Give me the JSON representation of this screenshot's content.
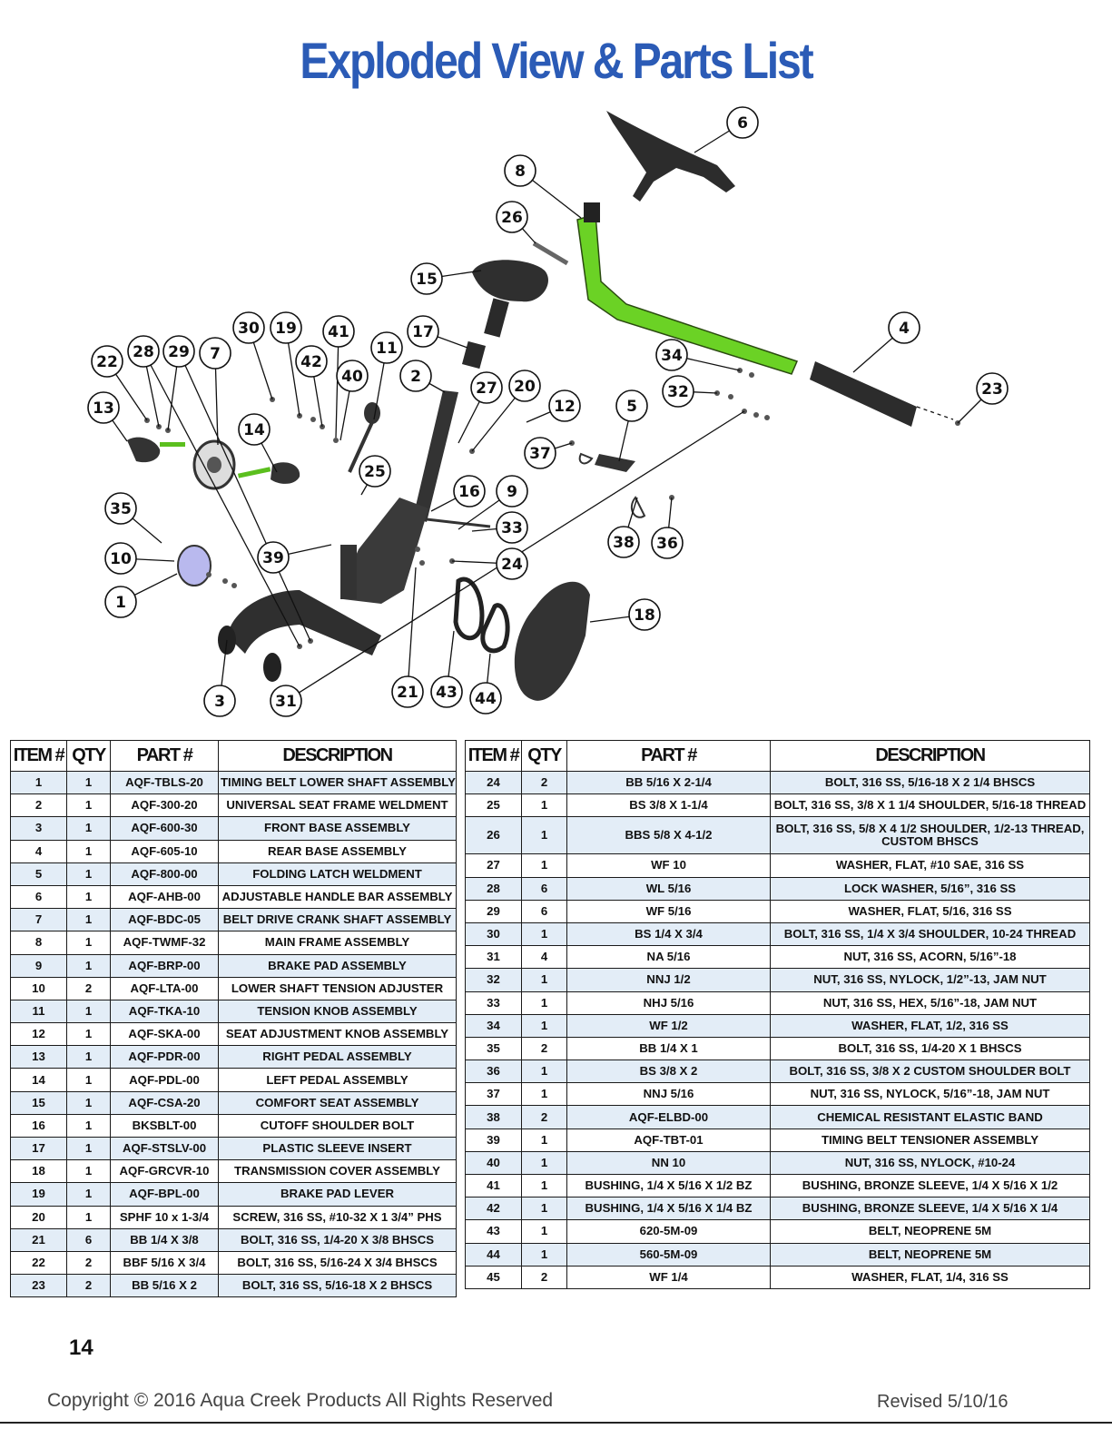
{
  "title": "Exploded View & Parts List",
  "colors": {
    "title": "#2b5bb6",
    "frame_highlight": "#6bd225",
    "row_alt": "#e3edf7"
  },
  "diagram": {
    "callout_labels": [
      "1",
      "2",
      "3",
      "4",
      "5",
      "6",
      "7",
      "8",
      "9",
      "10",
      "11",
      "12",
      "13",
      "14",
      "15",
      "16",
      "17",
      "18",
      "19",
      "20",
      "21",
      "22",
      "23",
      "24",
      "25",
      "26",
      "27",
      "28",
      "29",
      "30",
      "31",
      "32",
      "33",
      "34",
      "35",
      "36",
      "37",
      "38",
      "39",
      "40",
      "41",
      "42",
      "43",
      "44"
    ]
  },
  "table_headers": {
    "item": "ITEM #",
    "qty": "QTY",
    "part": "PART #",
    "description": "DESCRIPTION"
  },
  "parts_left": [
    {
      "item": "1",
      "qty": "1",
      "part": "AQF-TBLS-20",
      "desc": "TIMING BELT LOWER SHAFT ASSEMBLY"
    },
    {
      "item": "2",
      "qty": "1",
      "part": "AQF-300-20",
      "desc": "UNIVERSAL SEAT FRAME WELDMENT"
    },
    {
      "item": "3",
      "qty": "1",
      "part": "AQF-600-30",
      "desc": "FRONT BASE ASSEMBLY"
    },
    {
      "item": "4",
      "qty": "1",
      "part": "AQF-605-10",
      "desc": "REAR BASE ASSEMBLY"
    },
    {
      "item": "5",
      "qty": "1",
      "part": "AQF-800-00",
      "desc": "FOLDING LATCH WELDMENT"
    },
    {
      "item": "6",
      "qty": "1",
      "part": "AQF-AHB-00",
      "desc": "ADJUSTABLE HANDLE BAR ASSEMBLY"
    },
    {
      "item": "7",
      "qty": "1",
      "part": "AQF-BDC-05",
      "desc": "BELT DRIVE CRANK SHAFT ASSEMBLY"
    },
    {
      "item": "8",
      "qty": "1",
      "part": "AQF-TWMF-32",
      "desc": "MAIN FRAME ASSEMBLY"
    },
    {
      "item": "9",
      "qty": "1",
      "part": "AQF-BRP-00",
      "desc": "BRAKE PAD ASSEMBLY"
    },
    {
      "item": "10",
      "qty": "2",
      "part": "AQF-LTA-00",
      "desc": "LOWER SHAFT TENSION ADJUSTER"
    },
    {
      "item": "11",
      "qty": "1",
      "part": "AQF-TKA-10",
      "desc": "TENSION KNOB ASSEMBLY"
    },
    {
      "item": "12",
      "qty": "1",
      "part": "AQF-SKA-00",
      "desc": "SEAT ADJUSTMENT KNOB ASSEMBLY"
    },
    {
      "item": "13",
      "qty": "1",
      "part": "AQF-PDR-00",
      "desc": "RIGHT PEDAL ASSEMBLY"
    },
    {
      "item": "14",
      "qty": "1",
      "part": "AQF-PDL-00",
      "desc": "LEFT PEDAL ASSEMBLY"
    },
    {
      "item": "15",
      "qty": "1",
      "part": "AQF-CSA-20",
      "desc": "COMFORT SEAT ASSEMBLY"
    },
    {
      "item": "16",
      "qty": "1",
      "part": "BKSBLT-00",
      "desc": "CUTOFF SHOULDER BOLT"
    },
    {
      "item": "17",
      "qty": "1",
      "part": "AQF-STSLV-00",
      "desc": "PLASTIC SLEEVE INSERT"
    },
    {
      "item": "18",
      "qty": "1",
      "part": "AQF-GRCVR-10",
      "desc": "TRANSMISSION COVER ASSEMBLY"
    },
    {
      "item": "19",
      "qty": "1",
      "part": "AQF-BPL-00",
      "desc": "BRAKE PAD LEVER"
    },
    {
      "item": "20",
      "qty": "1",
      "part": "SPHF 10 x 1-3/4",
      "desc": "SCREW, 316 SS, #10-32 X 1 3/4” PHS"
    },
    {
      "item": "21",
      "qty": "6",
      "part": "BB 1/4 X 3/8",
      "desc": "BOLT, 316 SS, 1/4-20 X 3/8 BHSCS"
    },
    {
      "item": "22",
      "qty": "2",
      "part": "BBF 5/16 X 3/4",
      "desc": "BOLT, 316 SS, 5/16-24 X 3/4 BHSCS"
    },
    {
      "item": "23",
      "qty": "2",
      "part": "BB 5/16 X 2",
      "desc": "BOLT, 316 SS, 5/16-18 X 2 BHSCS"
    }
  ],
  "parts_right": [
    {
      "item": "24",
      "qty": "2",
      "part": "BB 5/16 X 2-1/4",
      "desc": "BOLT, 316 SS, 5/16-18 X 2 1/4 BHSCS"
    },
    {
      "item": "25",
      "qty": "1",
      "part": "BS 3/8 X 1-1/4",
      "desc": "BOLT, 316 SS, 3/8 X 1 1/4 SHOULDER, 5/16-18 THREAD"
    },
    {
      "item": "26",
      "qty": "1",
      "part": "BBS 5/8 X 4-1/2",
      "desc": "BOLT, 316 SS, 5/8 X 4 1/2 SHOULDER, 1/2-13 THREAD, CUSTOM BHSCS",
      "tall": true
    },
    {
      "item": "27",
      "qty": "1",
      "part": "WF 10",
      "desc": "WASHER, FLAT, #10 SAE, 316 SS"
    },
    {
      "item": "28",
      "qty": "6",
      "part": "WL 5/16",
      "desc": "LOCK WASHER, 5/16”, 316 SS"
    },
    {
      "item": "29",
      "qty": "6",
      "part": "WF 5/16",
      "desc": "WASHER, FLAT, 5/16, 316 SS"
    },
    {
      "item": "30",
      "qty": "1",
      "part": "BS 1/4 X 3/4",
      "desc": "BOLT, 316 SS, 1/4 X 3/4 SHOULDER, 10-24 THREAD"
    },
    {
      "item": "31",
      "qty": "4",
      "part": "NA 5/16",
      "desc": "NUT, 316 SS, ACORN, 5/16”-18"
    },
    {
      "item": "32",
      "qty": "1",
      "part": "NNJ 1/2",
      "desc": "NUT, 316 SS, NYLOCK, 1/2”-13, JAM NUT"
    },
    {
      "item": "33",
      "qty": "1",
      "part": "NHJ 5/16",
      "desc": "NUT, 316 SS, HEX, 5/16”-18, JAM NUT"
    },
    {
      "item": "34",
      "qty": "1",
      "part": "WF 1/2",
      "desc": "WASHER, FLAT, 1/2, 316 SS"
    },
    {
      "item": "35",
      "qty": "2",
      "part": "BB 1/4 X 1",
      "desc": "BOLT, 316 SS, 1/4-20 X 1 BHSCS"
    },
    {
      "item": "36",
      "qty": "1",
      "part": "BS 3/8 X 2",
      "desc": "BOLT, 316 SS, 3/8 X 2 CUSTOM SHOULDER BOLT"
    },
    {
      "item": "37",
      "qty": "1",
      "part": "NNJ 5/16",
      "desc": "NUT, 316 SS, NYLOCK, 5/16”-18, JAM NUT"
    },
    {
      "item": "38",
      "qty": "2",
      "part": "AQF-ELBD-00",
      "desc": "CHEMICAL RESISTANT ELASTIC BAND"
    },
    {
      "item": "39",
      "qty": "1",
      "part": "AQF-TBT-01",
      "desc": "TIMING BELT TENSIONER ASSEMBLY"
    },
    {
      "item": "40",
      "qty": "1",
      "part": "NN 10",
      "desc": "NUT, 316 SS, NYLOCK, #10-24"
    },
    {
      "item": "41",
      "qty": "1",
      "part": "BUSHING, 1/4 X 5/16 X 1/2 BZ",
      "desc": "BUSHING, BRONZE SLEEVE, 1/4 X 5/16 X 1/2"
    },
    {
      "item": "42",
      "qty": "1",
      "part": "BUSHING, 1/4 X 5/16 X 1/4 BZ",
      "desc": "BUSHING, BRONZE SLEEVE, 1/4 X 5/16 X 1/4"
    },
    {
      "item": "43",
      "qty": "1",
      "part": "620-5M-09",
      "desc": "BELT, NEOPRENE 5M"
    },
    {
      "item": "44",
      "qty": "1",
      "part": "560-5M-09",
      "desc": "BELT, NEOPRENE 5M"
    },
    {
      "item": "45",
      "qty": "2",
      "part": "WF 1/4",
      "desc": "WASHER, FLAT, 1/4, 316 SS"
    }
  ],
  "page_number": "14",
  "footer": {
    "copyright": "Copyright © 2016 Aqua Creek Products All Rights Reserved",
    "revised": "Revised 5/10/16"
  }
}
